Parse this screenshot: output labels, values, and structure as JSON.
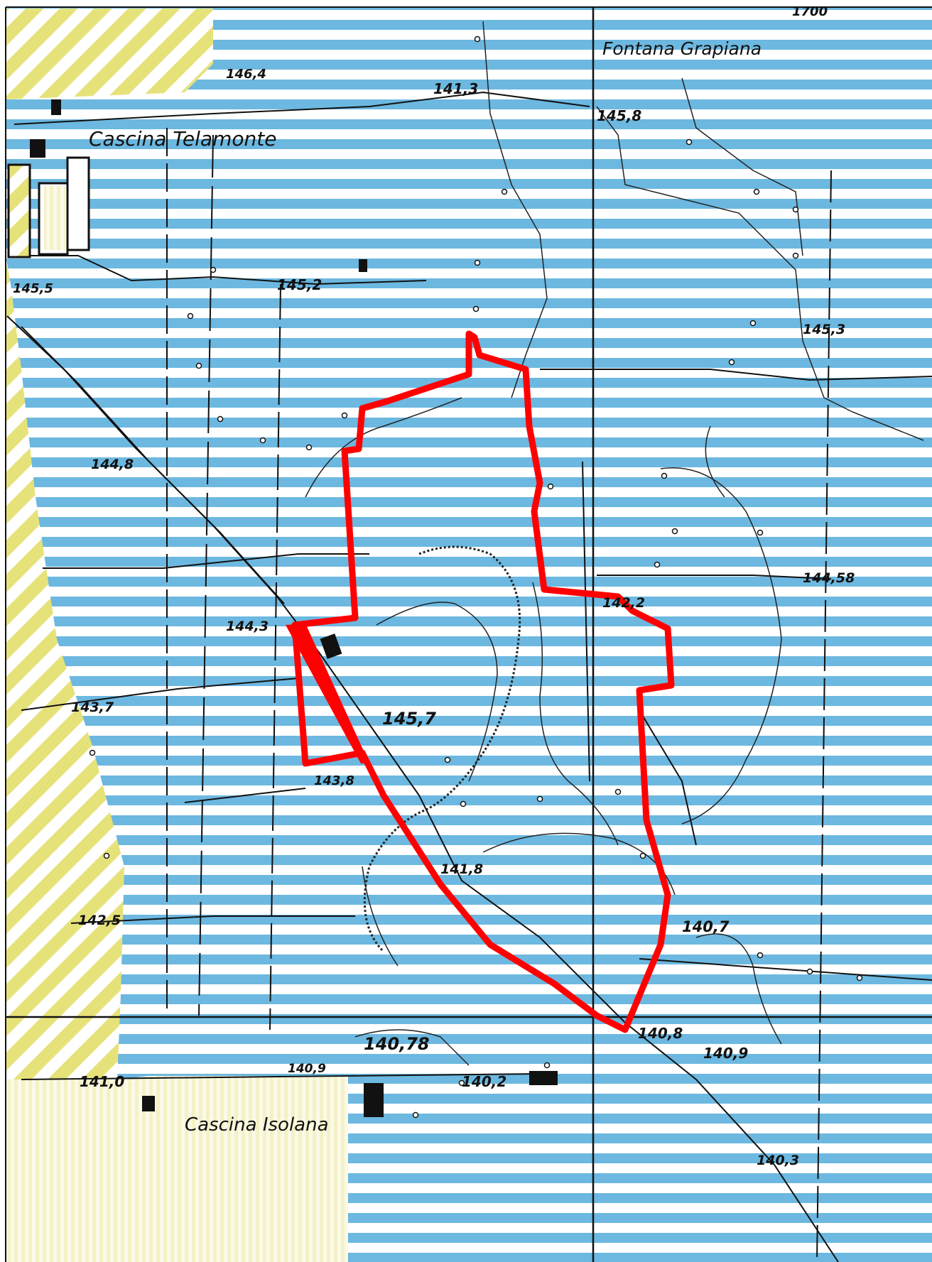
{
  "map": {
    "colors": {
      "zone_blue": "#6cb8e0",
      "zone_yellow": "#e6e27a",
      "zone_pale": "#f4f1c6",
      "boundary_red": "#ff0000",
      "ink": "#111111"
    },
    "place_labels": {
      "fontana": "Fontana Grapiana",
      "telamonte": "Cascina Telamonte",
      "isolana": "Cascina Isolana"
    },
    "elevations": {
      "e1": "146,4",
      "e2": "141,3",
      "e3": "145,8",
      "e4": "145,2",
      "e5": "145,5",
      "e6": "145,3",
      "e7": "144,8",
      "e8": "144,58",
      "e9": "144,3",
      "e10": "142,2",
      "e11": "143,7",
      "e12": "145,7",
      "e13": "143,8",
      "e14": "141,8",
      "e15": "142,5",
      "e16": "140,7",
      "e17": "140,78",
      "e18": "140,9",
      "e19": "140,8",
      "e20": "141,0",
      "e21": "140,9",
      "e22": "140,2",
      "e23": "140,3",
      "e24": "1700"
    }
  }
}
